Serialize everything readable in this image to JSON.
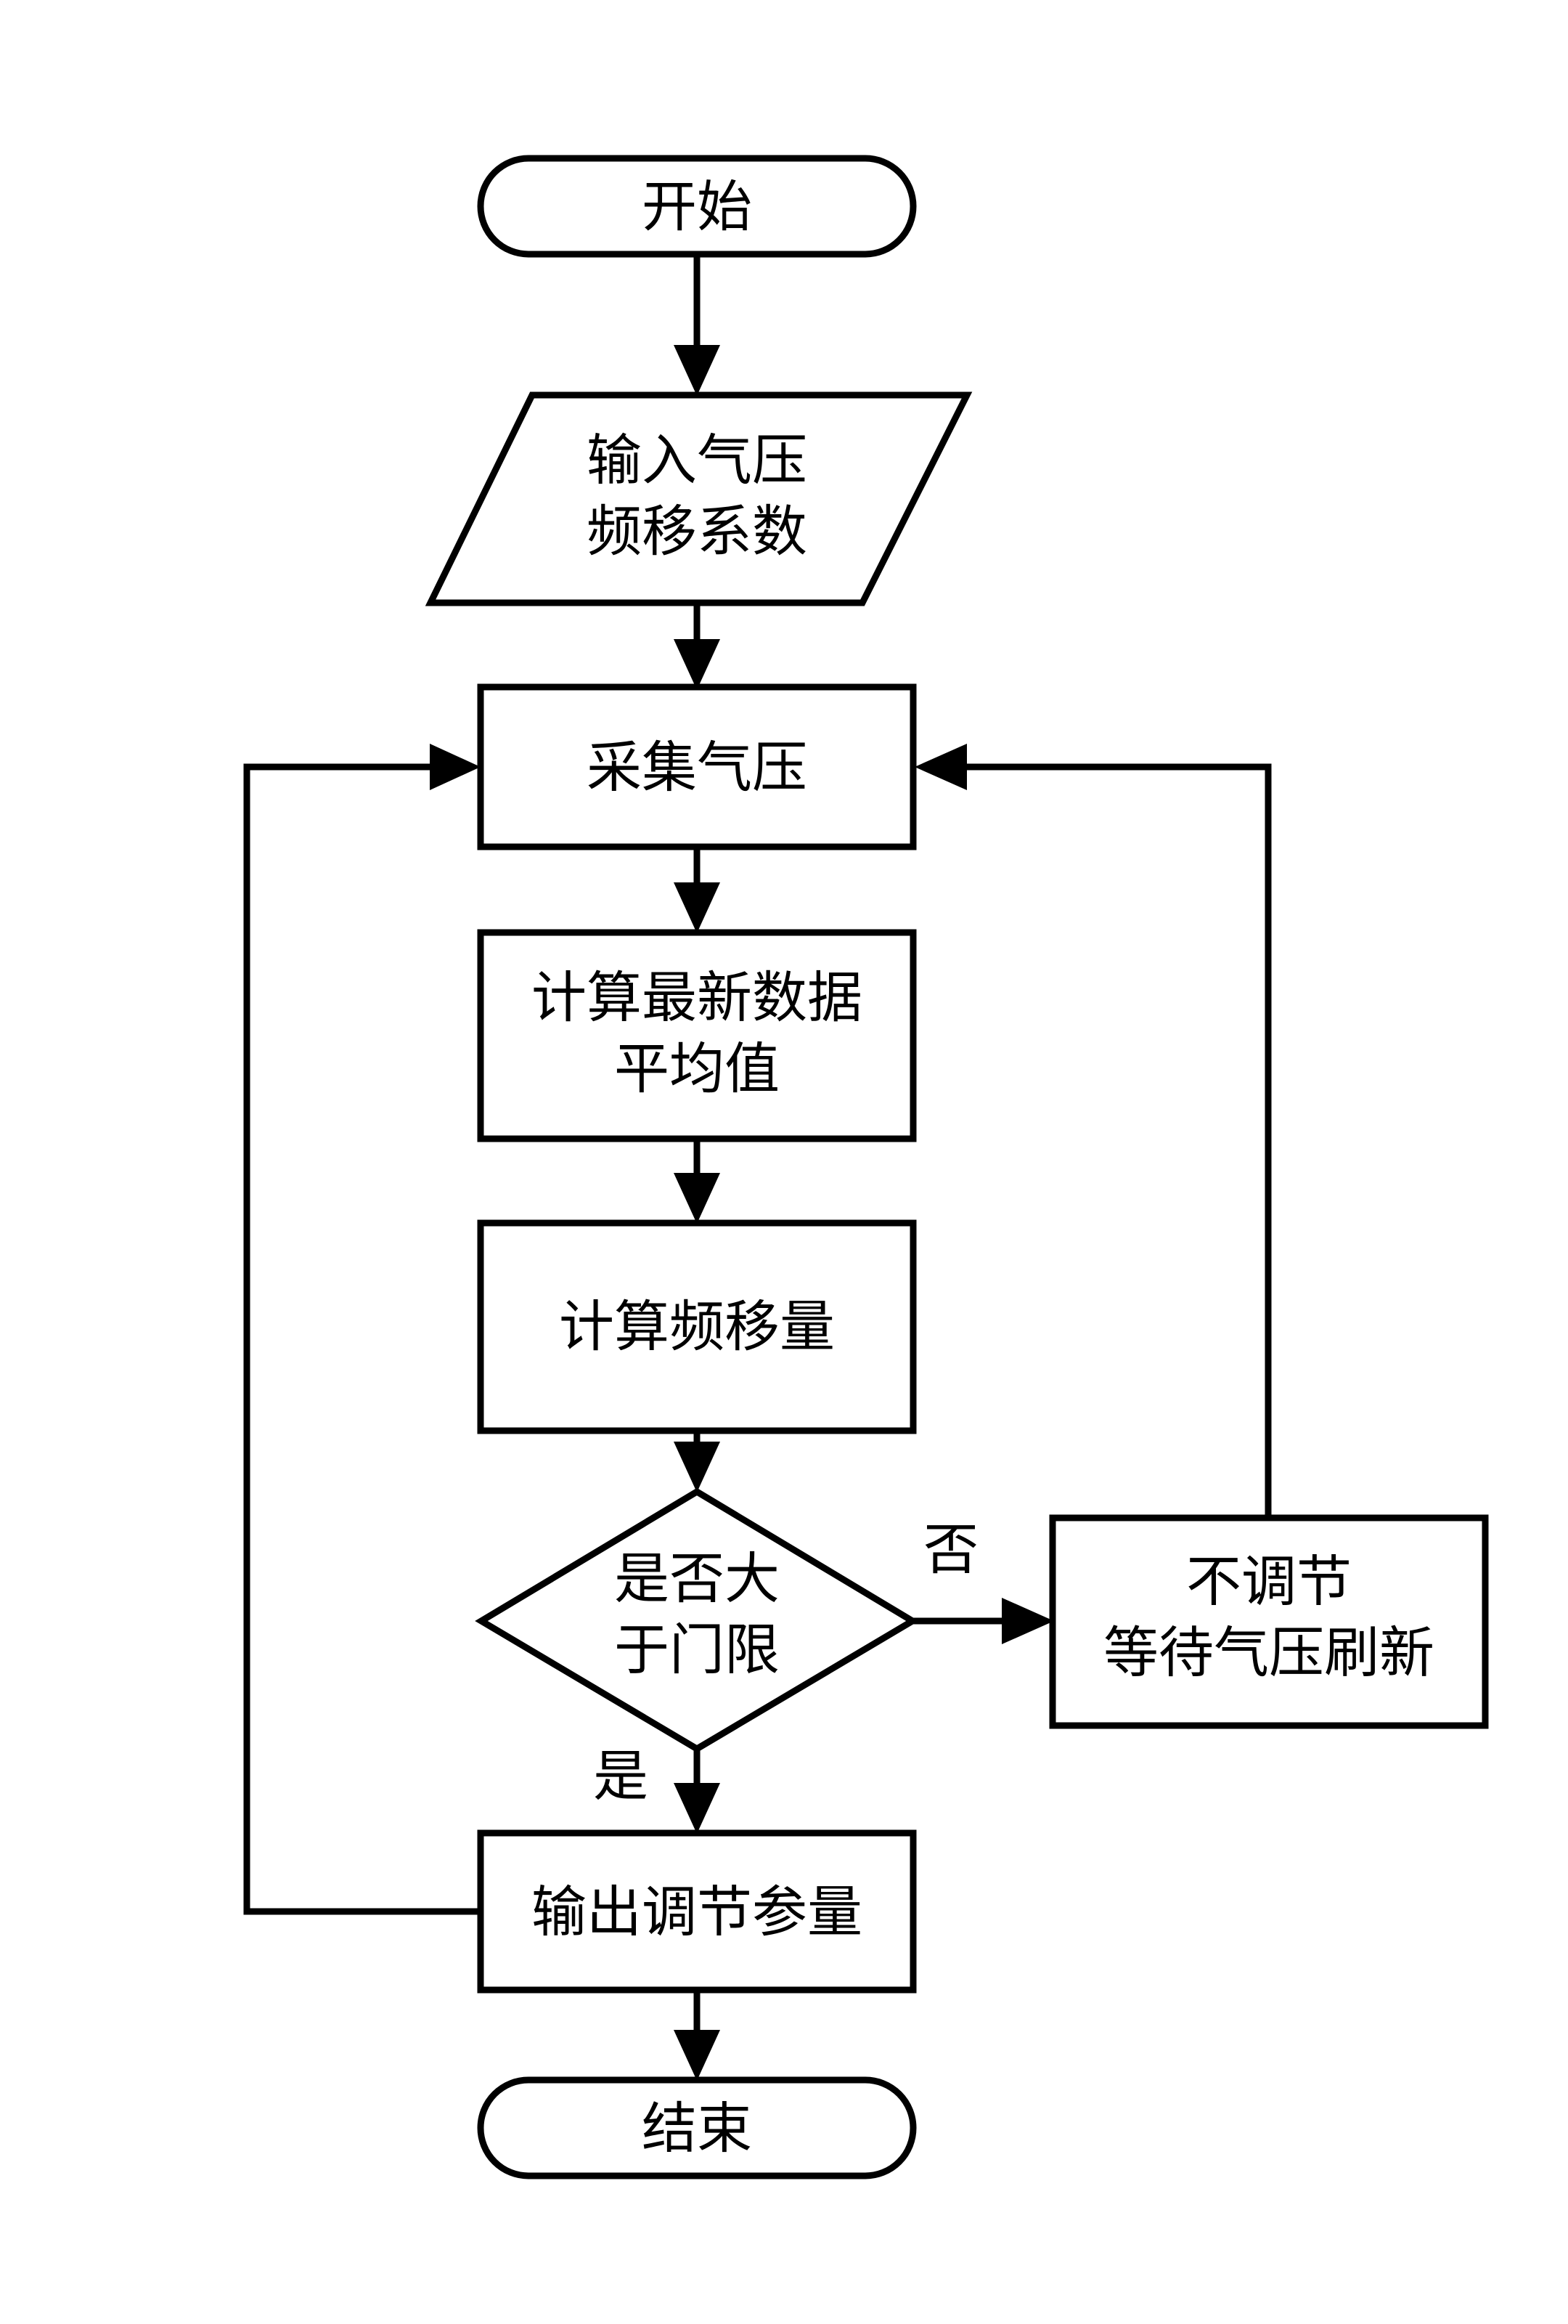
{
  "nodes": {
    "start": {
      "lines": [
        "开始"
      ]
    },
    "input": {
      "lines": [
        "输入气压",
        "频移系数"
      ]
    },
    "collect": {
      "lines": [
        "采集气压"
      ]
    },
    "average": {
      "lines": [
        "计算最新数据",
        "平均值"
      ]
    },
    "shift": {
      "lines": [
        "计算频移量"
      ]
    },
    "decision": {
      "lines": [
        "是否大",
        "于门限"
      ]
    },
    "wait": {
      "lines": [
        "不调节",
        "等待气压刷新"
      ]
    },
    "output": {
      "lines": [
        "输出调节参量"
      ]
    },
    "end": {
      "lines": [
        "结束"
      ]
    }
  },
  "edge_labels": {
    "no": "否",
    "yes": "是"
  }
}
